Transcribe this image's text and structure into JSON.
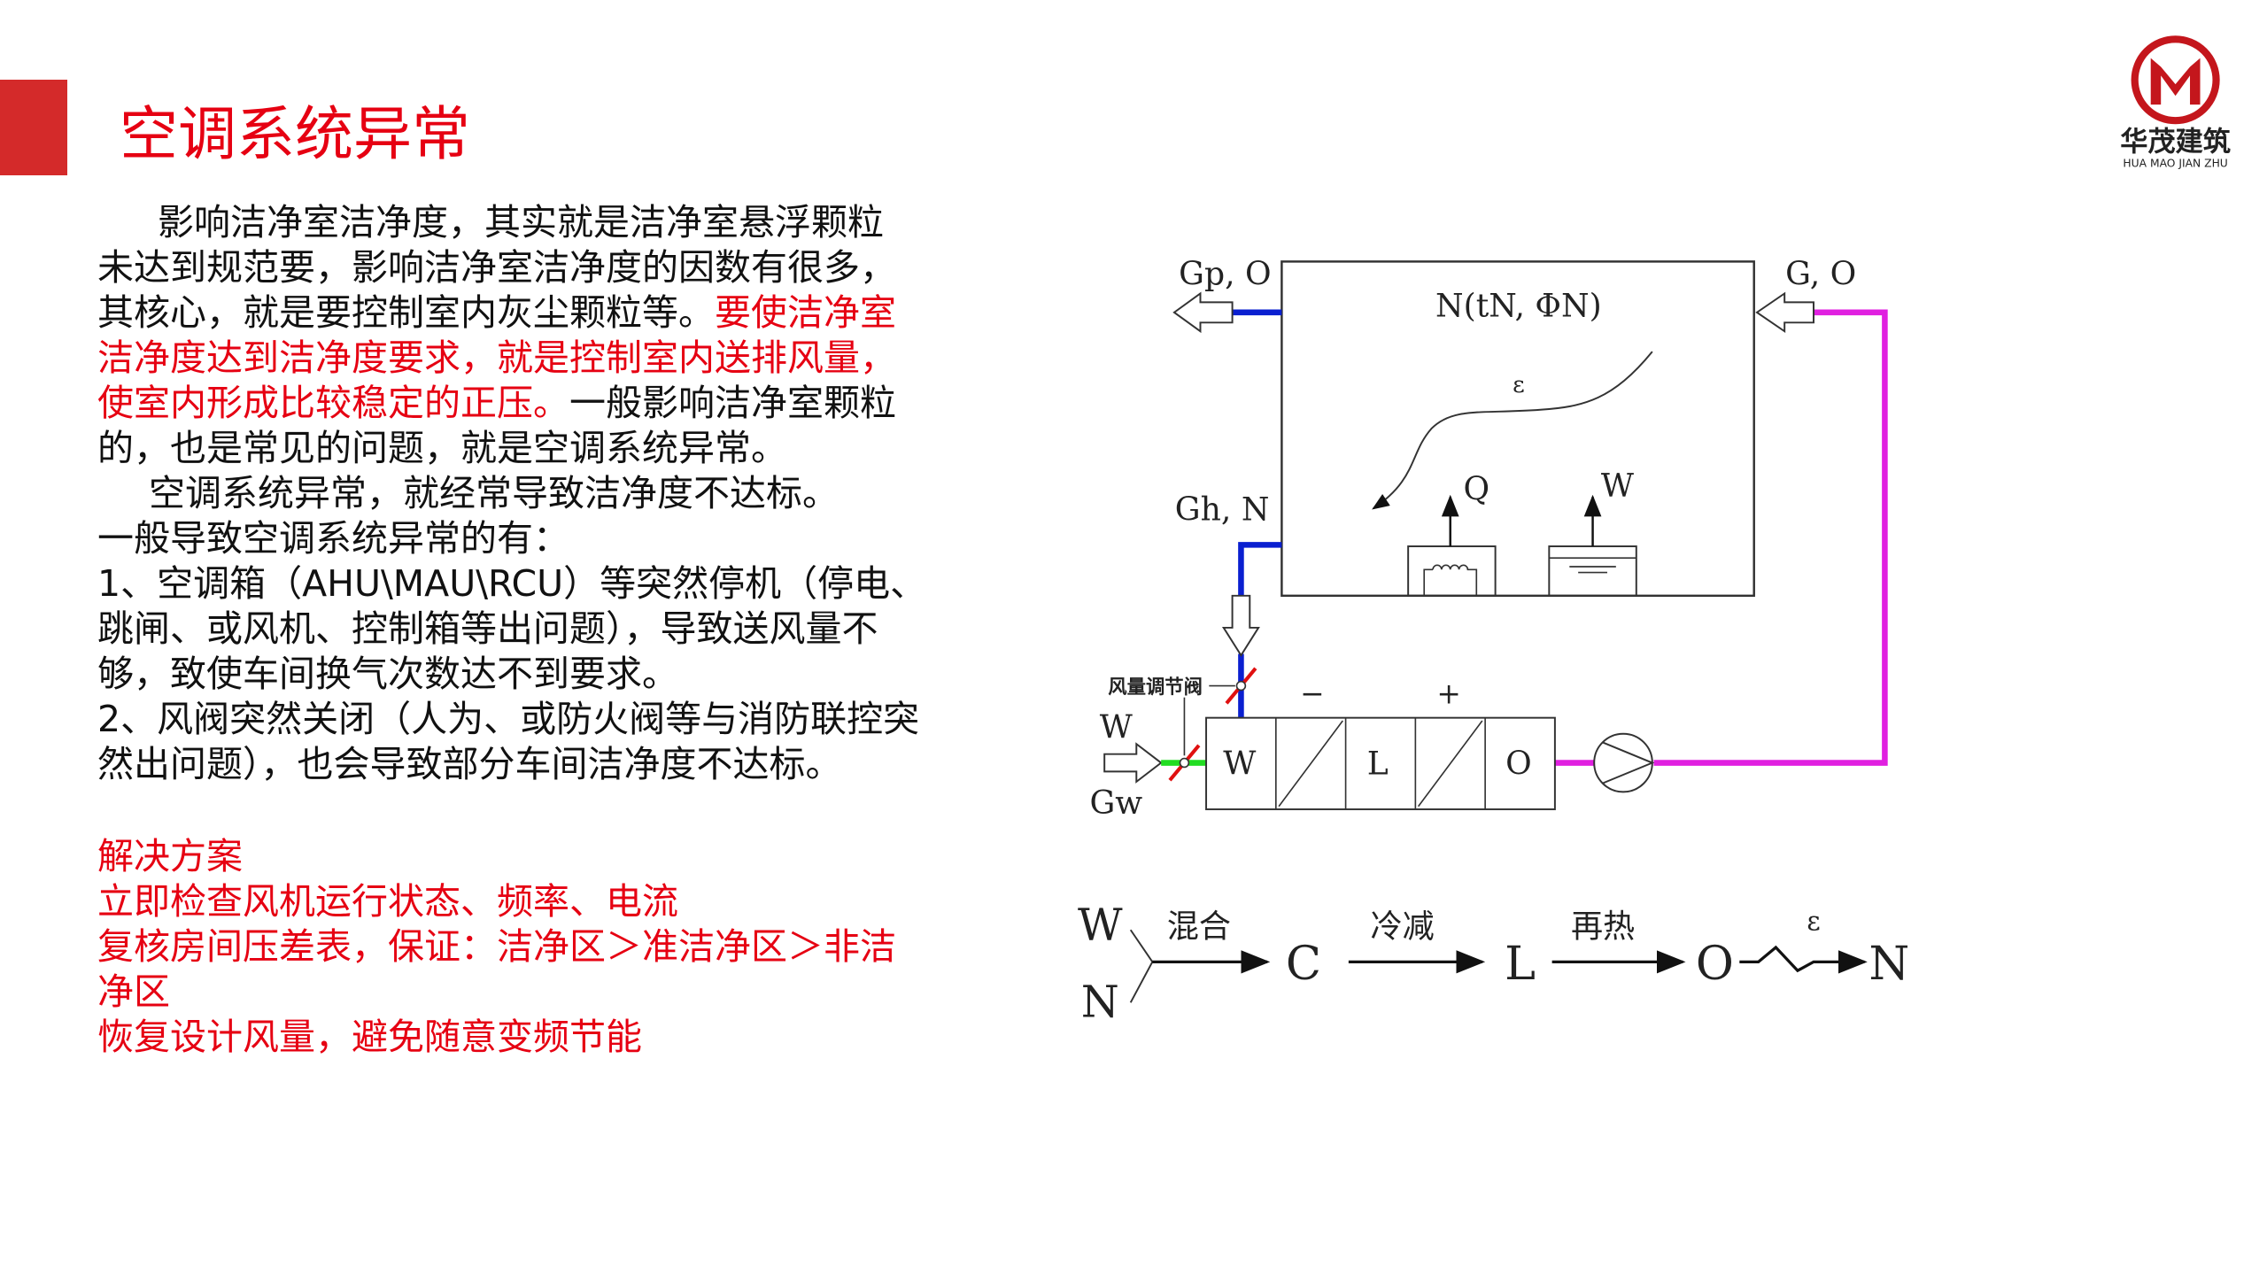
{
  "title": "空调系统异常",
  "paragraph1": {
    "l1": "影响洁净室洁净度，其实就是洁净室悬浮颗粒",
    "l2": "未达到规范要，影响洁净室洁净度的因数有很多，",
    "l3a": "其核心，就是要控制室内灰尘颗粒等。",
    "l3b": "要使洁净室",
    "l4": "洁净度达到洁净度要求，就是控制室内送排风量，",
    "l5a": "使室内形成比较稳定的正压。",
    "l5b": "一般影响洁净室颗粒",
    "l6": "的，也是常见的问题，就是空调系统异常。"
  },
  "paragraph2": {
    "l1": "空调系统异常，就经常导致洁净度不达标。",
    "l2": "一般导致空调系统异常的有：",
    "l3": "1、空调箱（AHU\\MAU\\RCU）等突然停机（停电、",
    "l4": "跳闸、或风机、控制箱等出问题），导致送风量不",
    "l5": "够，致使车间换气次数达不到要求。",
    "l6": "2、风阀突然关闭（人为、或防火阀等与消防联控突",
    "l7": "然出问题），也会导致部分车间洁净度不达标。"
  },
  "solutions": {
    "heading": "解决方案",
    "l1": "立即检查风机运行状态、频率、电流",
    "l2": "复核房间压差表，保证：洁净区＞准洁净区＞非洁",
    "l3": "净区",
    "l4": "恢复设计风量，避免随意变频节能"
  },
  "logo": {
    "cn": "华茂建筑",
    "en": "HUA MAO JIAN ZHU"
  },
  "diagram": {
    "room_state": "N(tN, ΦN)",
    "epsilon": "ε",
    "heat": "Q",
    "moisture": "W",
    "exhaust": "Gp, O",
    "supply": "G, O",
    "return": "Gh, N",
    "damper": "风量调节阀",
    "outdoor": "W",
    "outdoor_flow": "Gw",
    "minus": "−",
    "plus": "+",
    "cell_w": "W",
    "cell_l": "L",
    "cell_o": "O"
  },
  "process": {
    "w": "W",
    "n_in": "N",
    "mix": "混合",
    "c": "C",
    "cool": "冷减",
    "l": "L",
    "reheat": "再热",
    "o": "O",
    "eps": "ε",
    "n_out": "N"
  },
  "colors": {
    "accent": "#e60012",
    "return_duct": "#0a1fd0",
    "supply_duct": "#e020e0",
    "fresh_duct": "#22dd22"
  }
}
